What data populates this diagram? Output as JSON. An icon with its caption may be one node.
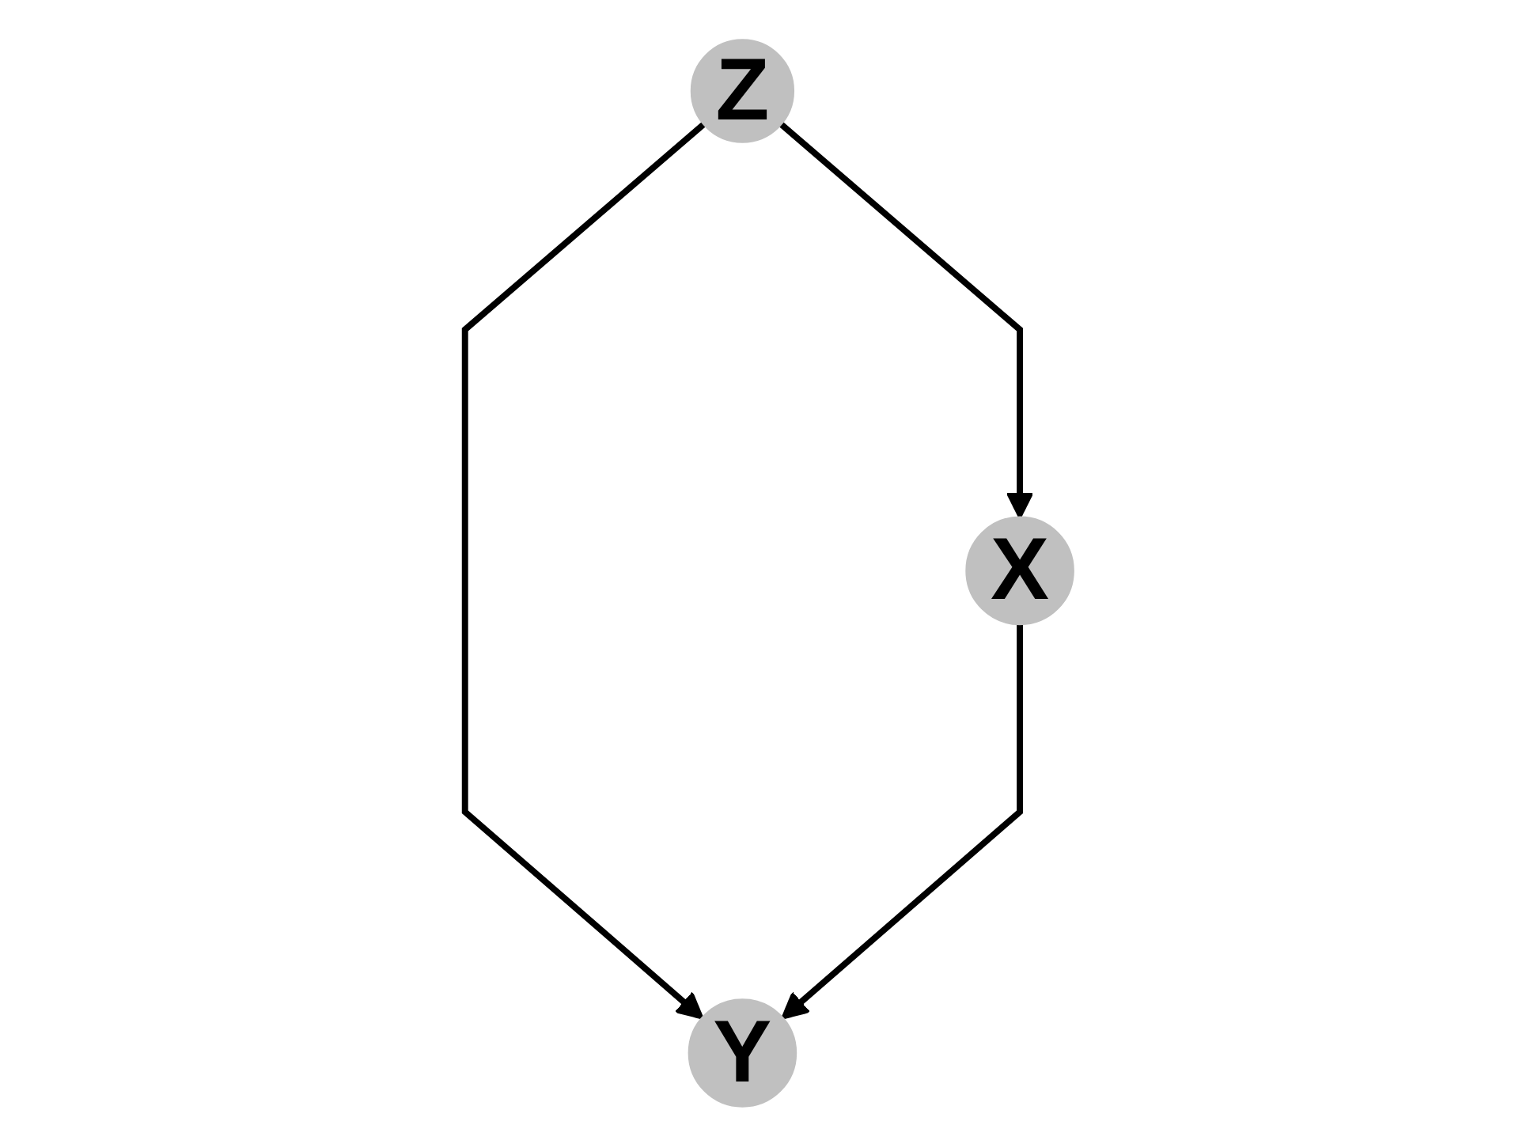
{
  "diagram": {
    "nodes": [
      {
        "text": [
          "Z"
        ]
      },
      {
        "text": [
          "X"
        ]
      },
      {
        "text": [
          "Y"
        ]
      }
    ],
    "edges": [
      {
        "from": 0,
        "to": 1,
        "arrow": "to"
      },
      {
        "from": 0,
        "to": 2,
        "arrow": "to"
      },
      {
        "from": 1,
        "to": 2,
        "arrow": "to"
      }
    ]
  }
}
